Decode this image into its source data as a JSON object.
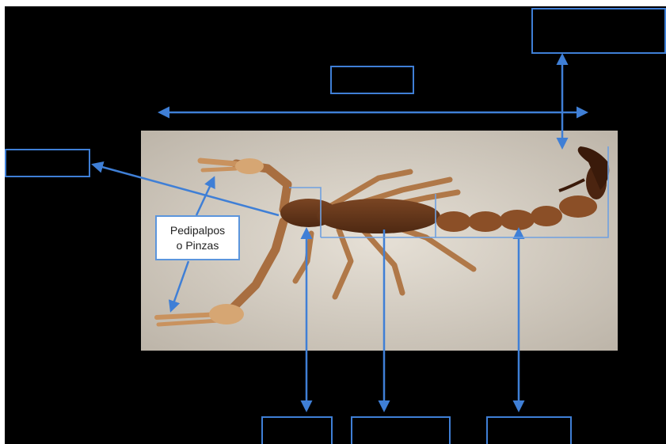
{
  "labels": {
    "pedipalps_line1": "Pedipalpos",
    "pedipalps_line2": "o Pinzas"
  },
  "colors": {
    "background": "#000000",
    "annotation_blue": "#3f7fd6",
    "ground": "#d8d2c7",
    "scorpion_body": "#6b3a1e",
    "scorpion_limb": "#b07848"
  },
  "empty_label_count": 6
}
